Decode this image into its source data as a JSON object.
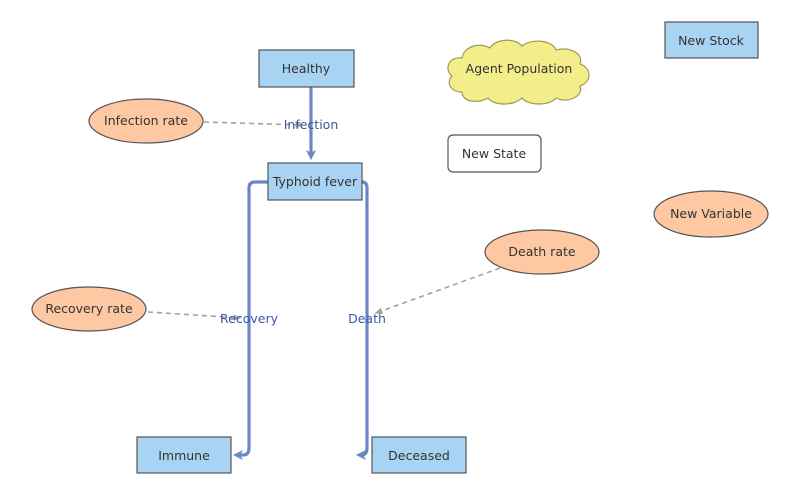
{
  "colors": {
    "stock_fill": "#a9d3f3",
    "variable_fill": "#fdc8a2",
    "agent_fill": "#f3ee8a",
    "flow": "#6b86c4",
    "link": "#a2a2a2",
    "flow_text": "#3b5aa0"
  },
  "stocks": {
    "healthy": "Healthy",
    "typhoid_fever": "Typhoid fever",
    "immune": "Immune",
    "deceased": "Deceased",
    "new_stock": "New Stock"
  },
  "states": {
    "new_state": "New State"
  },
  "agents": {
    "agent_population": "Agent Population"
  },
  "variables": {
    "infection_rate": "Infection rate",
    "recovery_rate": "Recovery rate",
    "death_rate": "Death rate",
    "new_variable": "New Variable"
  },
  "flows": {
    "infection": "Infection",
    "recovery": "Recovery",
    "death": "Death"
  }
}
